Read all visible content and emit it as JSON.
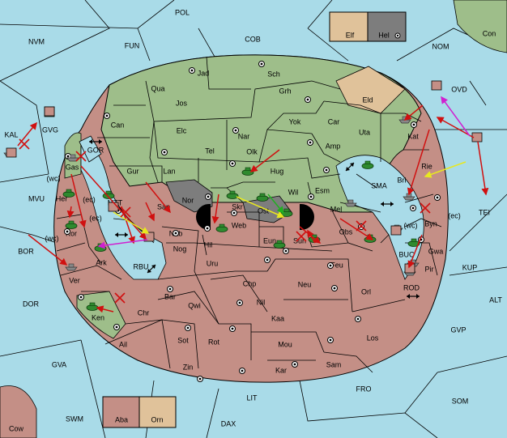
{
  "colors": {
    "sea": "#a9dbe8",
    "green_power": "#9ebe8a",
    "red_power": "#c48f86",
    "tan_power": "#e0c29a",
    "grey_power": "#7d7d7d",
    "move_red": "#d01010",
    "move_magenta": "#d020d0",
    "move_yellow": "#e8e820",
    "move_green": "#20b020"
  },
  "legend_boxes": {
    "top": [
      {
        "label": "Elf",
        "color": "#e0c29a"
      },
      {
        "label": "Hel",
        "color": "#7d7d7d"
      }
    ],
    "bottom": [
      {
        "label": "Aba",
        "color": "#c48f86"
      },
      {
        "label": "Orn",
        "color": "#e0c29a"
      }
    ]
  },
  "regions": {
    "sea": [
      "POL",
      "NVM",
      "FUN",
      "COB",
      "NOM",
      "Con",
      "KAL",
      "MVU",
      "BOR",
      "DOR",
      "GVA",
      "SWM",
      "Cow",
      "DAX",
      "LIT",
      "FRO",
      "SOM",
      "GVP",
      "ALT",
      "KUP",
      "TEI",
      "OVD",
      "SMA",
      "MTT",
      "RBU",
      "GOR",
      "BUC",
      "ROD"
    ],
    "green": [
      "Jad",
      "Sch",
      "Qua",
      "Jos",
      "Grh",
      "Can",
      "Yok",
      "Car",
      "Elc",
      "Nar",
      "Uta",
      "Tel",
      "Olk",
      "Amp",
      "Kat",
      "Gur",
      "Lan",
      "Hug",
      "Bri",
      "Esm",
      "Wil",
      "Sap",
      "Mel",
      "Gas",
      "GVG",
      "Ken"
    ],
    "red": [
      "Her",
      "Kor",
      "Ark",
      "Ver",
      "Chr",
      "Nab",
      "Hil",
      "Web",
      "Skr",
      "Ost",
      "Eun",
      "Sun",
      "Nog",
      "Uru",
      "Feu",
      "Obs",
      "Rie",
      "Byn",
      "Gwa",
      "Pir",
      "Bar",
      "Qwi",
      "Chp",
      "Neu",
      "Orl",
      "Nil",
      "Kaa",
      "Ail",
      "Sot",
      "Rot",
      "Mou",
      "Los",
      "Zin",
      "Kar",
      "Sam"
    ],
    "tan": [
      "Eld"
    ],
    "grey": [
      "Nor"
    ]
  },
  "coast_labels": [
    "(wc)",
    "(ec)",
    "(wc)",
    "(ec)",
    "(wc)",
    "(ec)"
  ]
}
